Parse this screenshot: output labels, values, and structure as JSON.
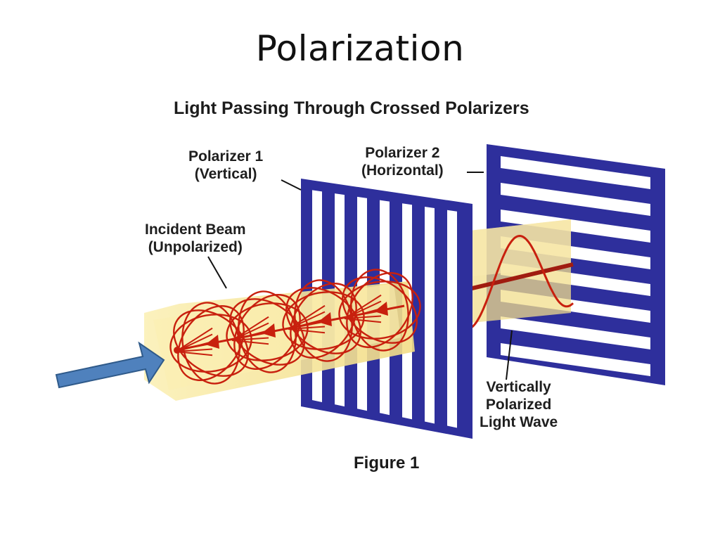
{
  "slide": {
    "title": "Polarization"
  },
  "figure": {
    "title": "Light Passing Through Crossed Polarizers",
    "caption": "Figure 1",
    "labels": {
      "polarizer1_line1": "Polarizer 1",
      "polarizer1_line2": "(Vertical)",
      "polarizer2_line1": "Polarizer 2",
      "polarizer2_line2": "(Horizontal)",
      "incident_line1": "Incident Beam",
      "incident_line2": "(Unpolarized)",
      "wave_line1": "Vertically",
      "wave_line2": "Polarized",
      "wave_line3": "Light Wave"
    }
  },
  "colors": {
    "polarizer": "#2e2f9c",
    "beam": "#f6e59c",
    "wave": "#c8200e",
    "pointer_arrow": "#4f81bd",
    "pointer_arrow_outline": "#2f5a8a"
  },
  "icons": {
    "pointer": "pointer-arrow-icon"
  }
}
